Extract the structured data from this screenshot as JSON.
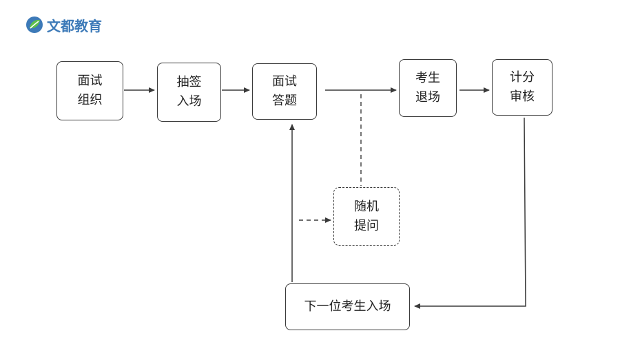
{
  "brand": {
    "name": "文都教育",
    "color": "#3d7ab8",
    "leaf_color": "#4caf50"
  },
  "diagram": {
    "nodes": {
      "mianshi_zuzhi": "面试组织",
      "chouqian_ruchang": "抽签入场",
      "mianshi_dati": "面试答题",
      "kaosheng_tuichang": "考生退场",
      "jifen_shenhe": "计分审核",
      "suiji_tiwen": "随机提问",
      "xia_yi_wei": "下一位考生入场"
    },
    "edges": [
      {
        "from": "mianshi_zuzhi",
        "to": "chouqian_ruchang",
        "style": "solid"
      },
      {
        "from": "chouqian_ruchang",
        "to": "mianshi_dati",
        "style": "solid"
      },
      {
        "from": "mianshi_dati",
        "to": "kaosheng_tuichang",
        "style": "solid"
      },
      {
        "from": "kaosheng_tuichang",
        "to": "jifen_shenhe",
        "style": "solid"
      },
      {
        "from": "jifen_shenhe",
        "to": "xia_yi_wei",
        "style": "solid"
      },
      {
        "from": "xia_yi_wei",
        "to": "mianshi_dati",
        "style": "solid"
      },
      {
        "from": "mianshi_dati",
        "to": "suiji_tiwen",
        "style": "dashed"
      }
    ],
    "colors": {
      "stroke": "#3a3a3a",
      "text": "#222222"
    }
  }
}
